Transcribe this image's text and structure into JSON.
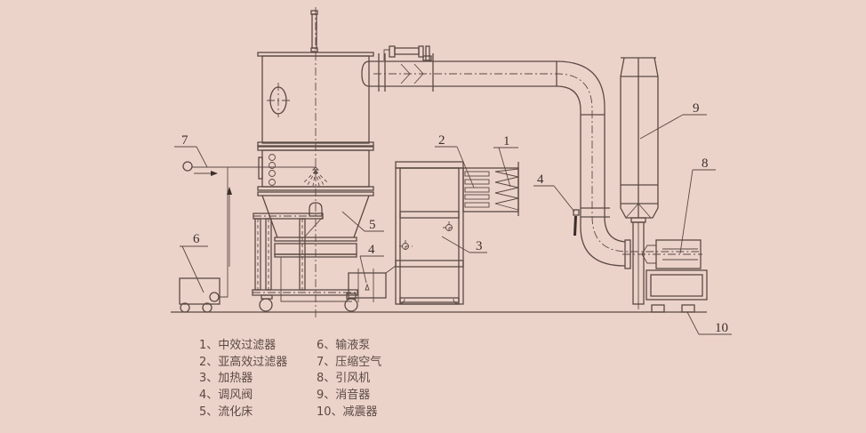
{
  "diagram": {
    "callouts": [
      {
        "num": "1",
        "target": "medium-efficiency-filter"
      },
      {
        "num": "2",
        "target": "sub-hepa-filter"
      },
      {
        "num": "3",
        "target": "heater"
      },
      {
        "num": "4",
        "target": "air-damper"
      },
      {
        "num": "5",
        "target": "fluid-bed"
      },
      {
        "num": "6",
        "target": "liquid-pump"
      },
      {
        "num": "7",
        "target": "compressed-air"
      },
      {
        "num": "8",
        "target": "induced-draft-fan"
      },
      {
        "num": "9",
        "target": "silencer"
      },
      {
        "num": "10",
        "target": "vibration-damper"
      }
    ],
    "colors": {
      "background": "#ecd3ca",
      "line": "#5a4a44"
    }
  },
  "legend": {
    "items": [
      {
        "num": "1、",
        "label": "中效过滤器"
      },
      {
        "num": "2、",
        "label": "亚高效过滤器"
      },
      {
        "num": "3、",
        "label": "加热器"
      },
      {
        "num": "4、",
        "label": "调风阀"
      },
      {
        "num": "5、",
        "label": "流化床"
      },
      {
        "num": "6、",
        "label": "输液泵"
      },
      {
        "num": "7、",
        "label": "压缩空气"
      },
      {
        "num": "8、",
        "label": "引风机"
      },
      {
        "num": "9、",
        "label": "消音器"
      },
      {
        "num": "10、",
        "label": "减震器"
      }
    ]
  }
}
